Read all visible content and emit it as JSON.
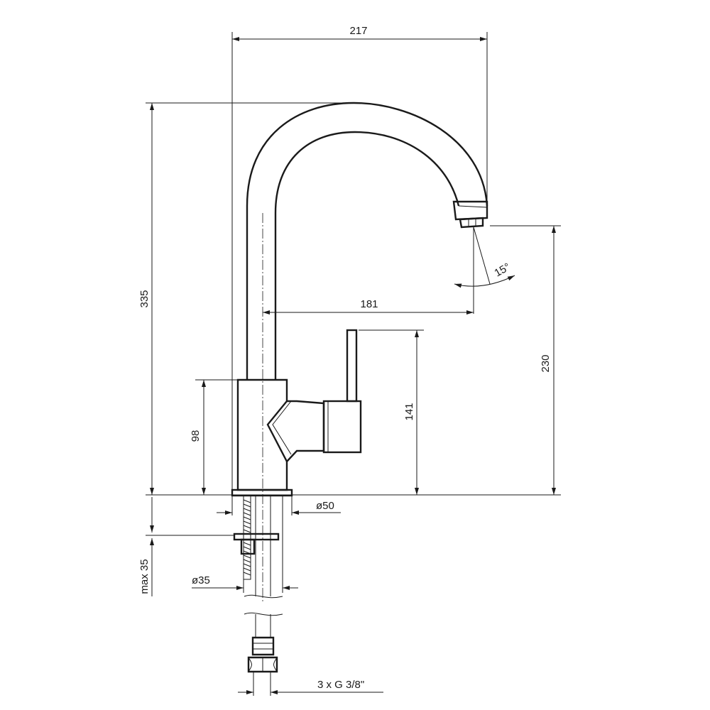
{
  "dimensions": {
    "total_width": "217",
    "total_height": "335",
    "spout_reach": "181",
    "spout_height": "230",
    "lever_height": "141",
    "body_height": "98",
    "base_diameter": "ø50",
    "hole_diameter": "ø35",
    "max_thickness": "max 35",
    "spout_angle": "15°",
    "connections": "3 x G 3/8\""
  }
}
